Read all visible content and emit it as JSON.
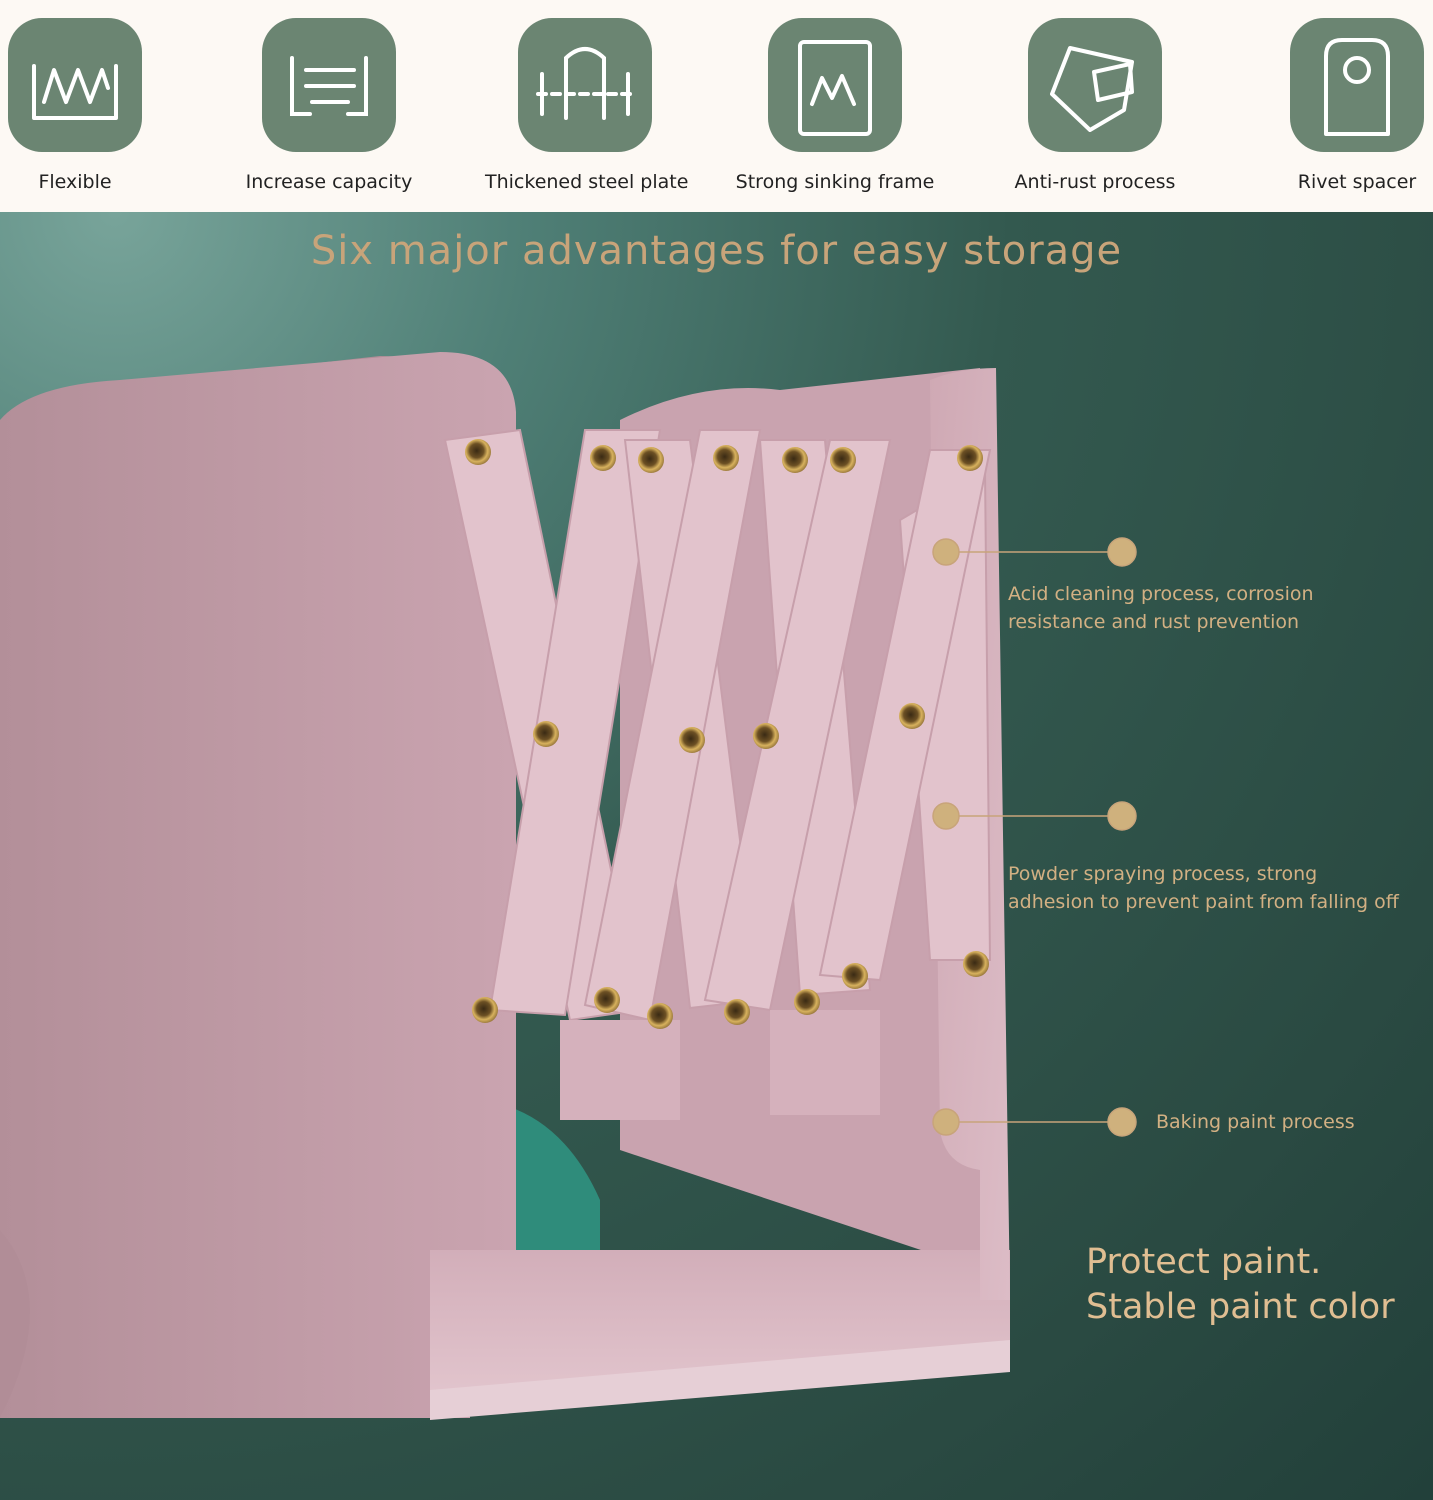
{
  "features": [
    {
      "label": "Flexible",
      "icon": "zigzag-stretch-icon"
    },
    {
      "label": "Increase capacity",
      "icon": "expand-bracket-icon"
    },
    {
      "label": "Thickened steel plate",
      "icon": "steel-plate-icon"
    },
    {
      "label": "Strong sinking frame",
      "icon": "frame-icon"
    },
    {
      "label": "Anti-rust process",
      "icon": "shield-plate-icon"
    },
    {
      "label": "Rivet spacer",
      "icon": "rivet-icon"
    }
  ],
  "headline": "Six major advantages for easy storage",
  "callouts": [
    {
      "line1": "Acid cleaning process, corrosion",
      "line2": "resistance and rust prevention"
    },
    {
      "line1": "Powder spraying process, strong",
      "line2": "adhesion to prevent paint from falling off"
    },
    {
      "line1": "Baking paint process"
    }
  ],
  "tagline": {
    "line1": "Protect paint.",
    "line2": "Stable paint color"
  },
  "colors": {
    "tile": "#6b8572",
    "gold": "#c8a47a",
    "pink": "#d8b3bf",
    "background": "#2f4f48"
  }
}
